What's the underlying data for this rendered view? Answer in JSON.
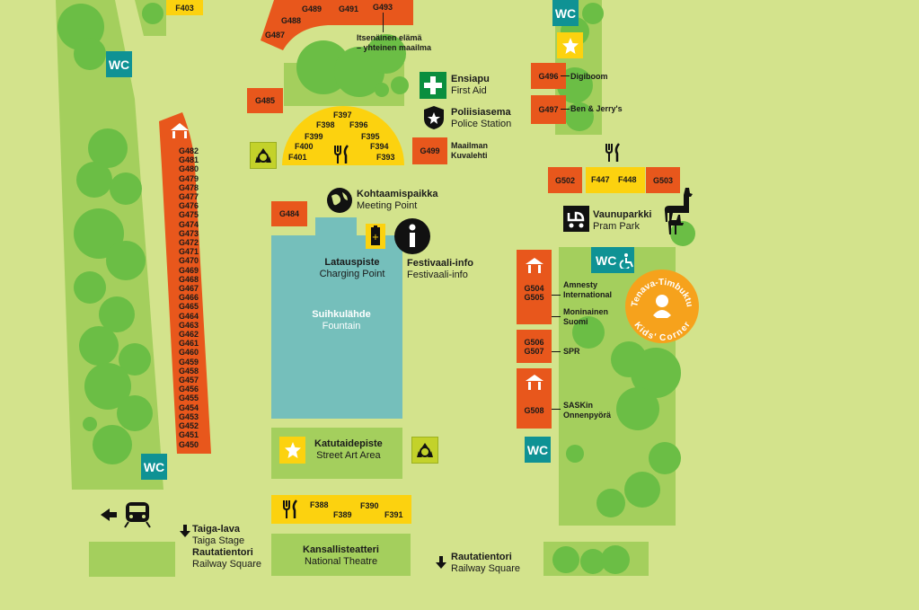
{
  "colors": {
    "background": "#d3e38c",
    "park": "#a4cf5d",
    "tree": "#6bbe45",
    "tent": "#e8571c",
    "food": "#fcd20f",
    "fountain": "#75bfbb",
    "wc": "#0f9294",
    "firstaid": "#0a8e3e",
    "kids": "#f6a21c"
  },
  "icons": [
    "house-icon",
    "recycle-icon",
    "cutlery-icon",
    "star-icon",
    "first-aid-cross-icon",
    "police-badge-icon",
    "globe-icon",
    "battery-icon",
    "info-icon",
    "pram-icon",
    "llama-icon",
    "wheelchair-icon",
    "train-icon",
    "arrow-left-icon",
    "arrow-down-icon"
  ],
  "top": {
    "f403": "F403",
    "g489": "G489",
    "g491": "G491",
    "g493": "G493",
    "g488": "G488",
    "g487": "G487",
    "itsenainen": "Itsenäinen elämä",
    "itsenainen2": "– yhteinen maailma",
    "g485": "G485"
  },
  "wc": "WC",
  "firstaid": {
    "fi": "Ensiapu",
    "en": "First Aid"
  },
  "police": {
    "fi": "Poliisiasema",
    "en": "Police Station"
  },
  "maailman": {
    "code": "G499",
    "line1": "Maailman",
    "line2": "Kuvalehti"
  },
  "semi": {
    "f397": "F397",
    "f398": "F398",
    "f396": "F396",
    "f399": "F399",
    "f395": "F395",
    "f400": "F400",
    "f394": "F394",
    "f401": "F401",
    "f393": "F393"
  },
  "column": [
    "G482",
    "G481",
    "G480",
    "G479",
    "G478",
    "G477",
    "G476",
    "G475",
    "G474",
    "G473",
    "G472",
    "G471",
    "G470",
    "G469",
    "G468",
    "G467",
    "G466",
    "G465",
    "G464",
    "G463",
    "G462",
    "G461",
    "G460",
    "G459",
    "G458",
    "G457",
    "G456",
    "G455",
    "G454",
    "G453",
    "G452",
    "G451",
    "G450"
  ],
  "meeting": {
    "fi": "Kohtaamispaikka",
    "en": "Meeting Point"
  },
  "g484": "G484",
  "charging": {
    "fi": "Latauspiste",
    "en": "Charging Point"
  },
  "info": {
    "fi": "Festivaali-info",
    "en": "Festivaali-info"
  },
  "fountain": {
    "fi": "Suihkulähde",
    "en": "Fountain"
  },
  "streetart": {
    "fi": "Katutaidepiste",
    "en": "Street Art Area"
  },
  "foodrow": {
    "f388": "F388",
    "f389": "F389",
    "f390": "F390",
    "f391": "F391"
  },
  "theatre": {
    "fi": "Kansallisteatteri",
    "en": "National Theatre"
  },
  "taiga": {
    "fi": "Taiga-lava",
    "en": "Taiga Stage",
    "fi2": "Rautatientori",
    "en2": "Railway Square"
  },
  "railway": {
    "fi": "Rautatientori",
    "en": "Railway Square"
  },
  "right": {
    "g496": "G496",
    "digiboom": "Digiboom",
    "g497": "G497",
    "benjerry": "Ben & Jerry's",
    "g502": "G502",
    "f447": "F447",
    "f448": "F448",
    "g503": "G503",
    "g504": "G504",
    "g505": "G505",
    "amnesty1": "Amnesty",
    "amnesty2": "International",
    "moni1": "Moninainen",
    "moni2": "Suomi",
    "g506": "G506",
    "g507": "G507",
    "spr": "SPR",
    "g508": "G508",
    "saskin1": "SASKin",
    "saskin2": "Onnenpyörä"
  },
  "pram": {
    "fi": "Vaunuparkki",
    "en": "Pram Park"
  },
  "kids": {
    "top": "Tenava-Timbuktu",
    "bottom": "Kids' Corner"
  }
}
